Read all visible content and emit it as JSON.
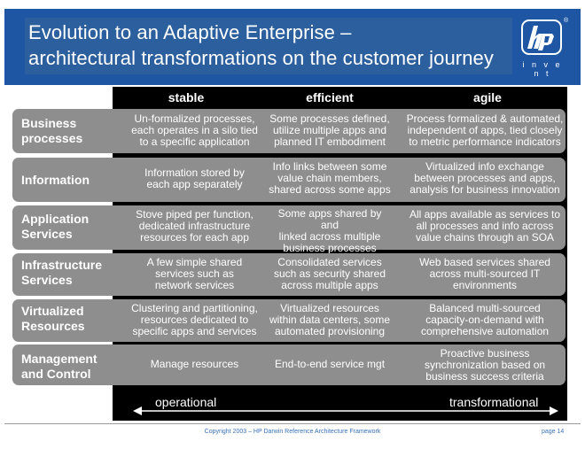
{
  "header": {
    "title_line1": "Evolution to an Adaptive Enterprise –",
    "title_line2": "architectural transformations on the customer journey",
    "brand_invent": "i n v e n t",
    "brand_reg": "®"
  },
  "columns": [
    "stable",
    "efficient",
    "agile"
  ],
  "rows": [
    {
      "label": [
        "Business",
        "processes"
      ],
      "cells": [
        [
          "Un-formalized processes,",
          "each operates in a silo tied",
          "to a specific application"
        ],
        [
          "Some processes defined,",
          "utilize multiple apps and",
          "planned IT embodiment"
        ],
        [
          "Process formalized & automated,",
          "independent of apps, tied closely",
          "to metric performance indicators"
        ]
      ]
    },
    {
      "label": [
        "Information"
      ],
      "cells": [
        [
          "Information stored by",
          "each app separately"
        ],
        [
          "Info links between some",
          "value chain members,",
          "shared across some apps"
        ],
        [
          "Virtualized info exchange",
          "between processes and apps,",
          "analysis for business innovation"
        ]
      ]
    },
    {
      "label": [
        "Application",
        "Services"
      ],
      "cells": [
        [
          "Stove piped per function,",
          "dedicated infrastructure",
          "resources for each app"
        ],
        [
          "Some apps shared by and",
          "linked across multiple",
          "business processes"
        ],
        [
          "All apps available as services to",
          "all processes and info across",
          "value chains through an SOA"
        ]
      ]
    },
    {
      "label": [
        "Infrastructure",
        "Services"
      ],
      "cells": [
        [
          "A few simple shared",
          "services such as",
          "network services"
        ],
        [
          "Consolidated services",
          "such as security shared",
          "across multiple apps"
        ],
        [
          "Web based services shared",
          "across multi-sourced IT",
          "environments"
        ]
      ]
    },
    {
      "label": [
        "Virtualized",
        "Resources"
      ],
      "cells": [
        [
          "Clustering and partitioning,",
          "resources dedicated to",
          "specific apps and services"
        ],
        [
          "Virtualized resources",
          "within data centers, some",
          "automated provisioning"
        ],
        [
          "Balanced multi-sourced",
          "capacity-on-demand with",
          "comprehensive automation"
        ]
      ]
    },
    {
      "label": [
        "Management",
        "and Control"
      ],
      "cells": [
        [
          "Manage resources"
        ],
        [
          "End-to-end service mgt"
        ],
        [
          "Proactive business",
          "synchronization based on",
          "business success criteria"
        ]
      ]
    }
  ],
  "arrow": {
    "left_label": "operational",
    "right_label": "transformational"
  },
  "footer": {
    "copyright": "Copyright 2003 – HP Darwin Reference Architecture Framework",
    "page": "page 14"
  },
  "colors": {
    "header_blue": "#1e56a4",
    "row_gray": "#8e8e8e",
    "panel_black": "#000000",
    "footer_text": "#3a72b8"
  }
}
